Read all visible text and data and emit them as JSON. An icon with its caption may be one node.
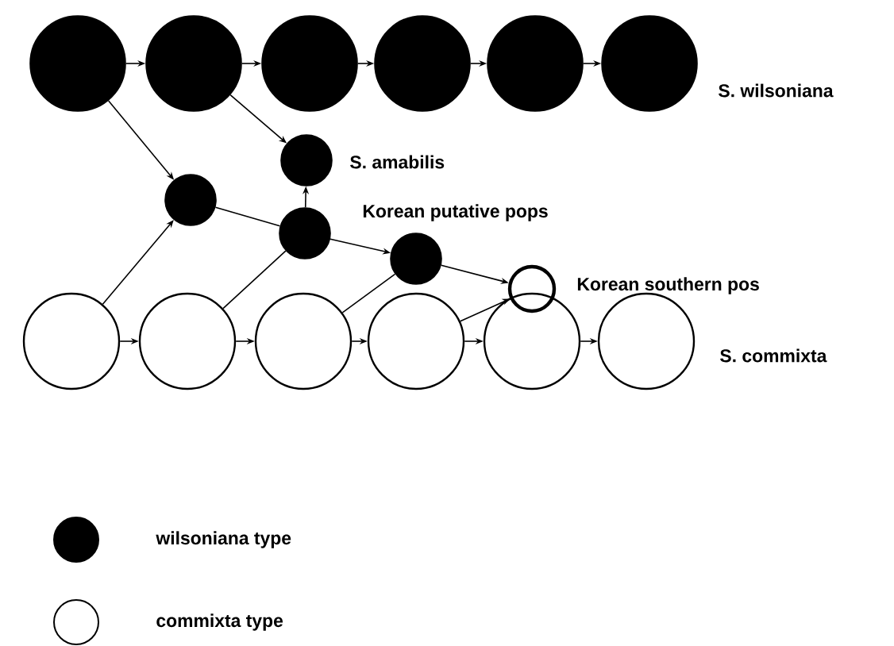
{
  "diagram": {
    "nodes": [
      {
        "text": [],
        "shape": "circle"
      },
      {
        "text": [],
        "shape": "circle"
      },
      {
        "text": [],
        "shape": "circle"
      },
      {
        "text": [],
        "shape": "circle"
      },
      {
        "text": [],
        "shape": "circle"
      },
      {
        "text": [],
        "shape": "circle",
        "beside": [
          "S. wilsoniana"
        ]
      },
      {
        "text": [],
        "shape": "circle"
      },
      {
        "text": [],
        "shape": "circle",
        "beside": [
          "S. amabilis"
        ]
      },
      {
        "text": [],
        "shape": "circle"
      },
      {
        "text": [],
        "shape": "circle"
      },
      {
        "text": [],
        "shape": "circle"
      },
      {
        "text": [],
        "shape": "circle"
      },
      {
        "text": [],
        "shape": "circle"
      },
      {
        "text": [],
        "shape": "circle"
      },
      {
        "text": [],
        "shape": "circle"
      },
      {
        "text": [],
        "shape": "circle"
      },
      {
        "text": [],
        "shape": "circle",
        "beside": [
          "S. commixta"
        ]
      }
    ],
    "edges": [
      {
        "from": 0,
        "to": 1,
        "arrow": "to"
      },
      {
        "from": 1,
        "to": 2,
        "arrow": "to"
      },
      {
        "from": 2,
        "to": 3,
        "arrow": "to"
      },
      {
        "from": 3,
        "to": 4,
        "arrow": "to"
      },
      {
        "from": 4,
        "to": 5,
        "arrow": "to"
      },
      {
        "from": 0,
        "to": 6,
        "arrow": "to"
      },
      {
        "from": 1,
        "to": 7,
        "arrow": "to"
      },
      {
        "from": 11,
        "to": 6,
        "arrow": "to"
      },
      {
        "from": 6,
        "to": 8,
        "arrow": "none"
      },
      {
        "from": 8,
        "to": 7,
        "arrow": "to"
      },
      {
        "from": 12,
        "to": 8,
        "arrow": "none"
      },
      {
        "from": 8,
        "to": 9,
        "arrow": "to"
      },
      {
        "from": 13,
        "to": 9,
        "arrow": "none"
      },
      {
        "from": 9,
        "to": 10,
        "arrow": "to"
      },
      {
        "from": 14,
        "to": 10,
        "arrow": "to"
      },
      {
        "from": 11,
        "to": 12,
        "arrow": "to"
      },
      {
        "from": 12,
        "to": 13,
        "arrow": "to"
      },
      {
        "from": 13,
        "to": 14,
        "arrow": "to"
      },
      {
        "from": 14,
        "to": 15,
        "arrow": "to"
      },
      {
        "from": 15,
        "to": 16,
        "arrow": "to"
      }
    ],
    "labels": [
      "Korean putative pops",
      "Korean southern pos"
    ],
    "legend": [
      {
        "text": "wilsoniana type",
        "color": "#000000"
      },
      {
        "text": "commixta type"
      }
    ]
  }
}
